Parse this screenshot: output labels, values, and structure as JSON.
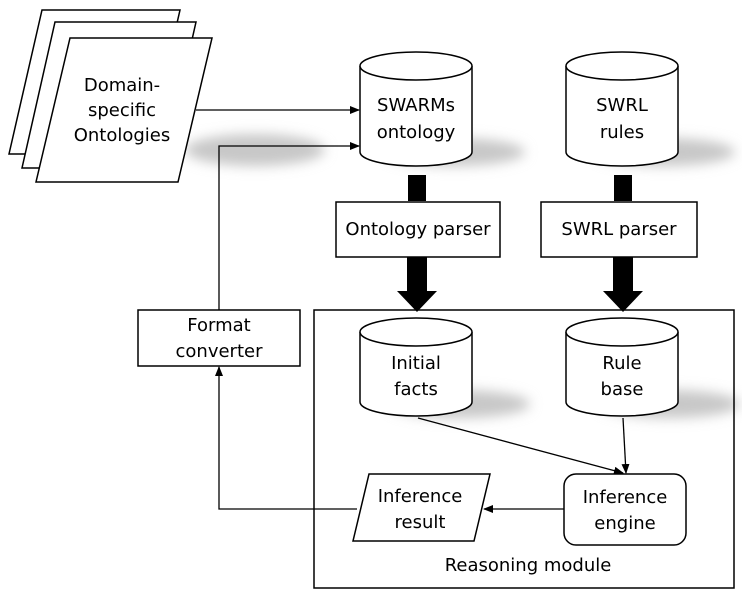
{
  "labels": {
    "ontologies_line1": "Domain-",
    "ontologies_line2": "specific",
    "ontologies_line3": "Ontologies",
    "swarms_line1": "SWARMs",
    "swarms_line2": "ontology",
    "swrl_rules_line1": "SWRL",
    "swrl_rules_line2": "rules",
    "ontology_parser": "Ontology parser",
    "swrl_parser": "SWRL parser",
    "format_converter_line1": "Format",
    "format_converter_line2": "converter",
    "initial_facts_line1": "Initial",
    "initial_facts_line2": "facts",
    "rule_base_line1": "Rule",
    "rule_base_line2": "base",
    "inference_result_line1": "Inference",
    "inference_result_line2": "result",
    "inference_engine_line1": "Inference",
    "inference_engine_line2": "engine",
    "reasoning_module": "Reasoning module"
  },
  "colors": {
    "stroke": "#000000",
    "fill": "#ffffff",
    "shadow": "#c8c8c8"
  }
}
